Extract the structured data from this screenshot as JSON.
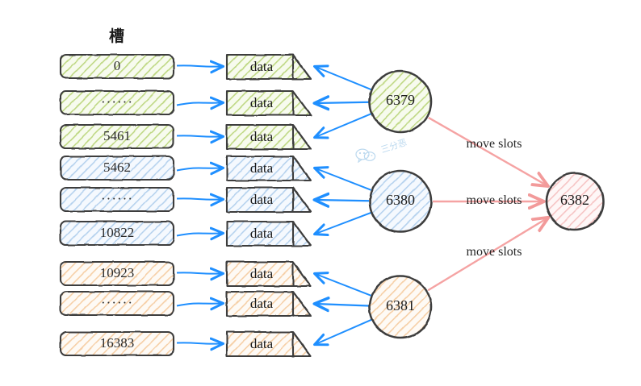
{
  "diagram": {
    "title": "槽",
    "background": "#ffffff",
    "stroke_color": "#3d3d3d",
    "arrow_blue": "#1f8fff",
    "arrow_pink": "#f5a3a3",
    "groups": [
      {
        "key": "green",
        "fill": "#eef6e0",
        "hatch": "#b9d47a",
        "node": "6379"
      },
      {
        "key": "blue",
        "fill": "#eef4fc",
        "hatch": "#a8c8ea",
        "node": "6380"
      },
      {
        "key": "orange",
        "fill": "#fdf0e3",
        "hatch": "#f3c391",
        "node": "6381"
      }
    ],
    "slots": [
      {
        "label": "0",
        "group": "green",
        "type": "value"
      },
      {
        "label": "······",
        "group": "green",
        "type": "ellipsis"
      },
      {
        "label": "5461",
        "group": "green",
        "type": "value"
      },
      {
        "label": "5462",
        "group": "blue",
        "type": "value"
      },
      {
        "label": "······",
        "group": "blue",
        "type": "ellipsis"
      },
      {
        "label": "10822",
        "group": "blue",
        "type": "value"
      },
      {
        "label": "10923",
        "group": "orange",
        "type": "value"
      },
      {
        "label": "······",
        "group": "orange",
        "type": "ellipsis"
      },
      {
        "label": "16383",
        "group": "orange",
        "type": "value"
      }
    ],
    "data_docs": [
      {
        "label": "data",
        "group": "green"
      },
      {
        "label": "data",
        "group": "green"
      },
      {
        "label": "data",
        "group": "green"
      },
      {
        "label": "data",
        "group": "blue"
      },
      {
        "label": "data",
        "group": "blue"
      },
      {
        "label": "data",
        "group": "blue"
      },
      {
        "label": "data",
        "group": "orange"
      },
      {
        "label": "data",
        "group": "orange"
      },
      {
        "label": "data",
        "group": "orange"
      }
    ],
    "nodes": [
      {
        "label": "6379",
        "group": "green"
      },
      {
        "label": "6380",
        "group": "blue"
      },
      {
        "label": "6381",
        "group": "orange"
      }
    ],
    "target_node": {
      "label": "6382",
      "fill": "#fdeeee",
      "hatch": "#f3b7b7"
    },
    "edges": [
      {
        "from": "6379",
        "to": "6382",
        "label": "move slots"
      },
      {
        "from": "6380",
        "to": "6382",
        "label": "move slots"
      },
      {
        "from": "6381",
        "to": "6382",
        "label": "move slots"
      }
    ],
    "watermark": {
      "text": "三分恶",
      "icon": "wechat-icon",
      "color": "#bcd9ef"
    }
  }
}
